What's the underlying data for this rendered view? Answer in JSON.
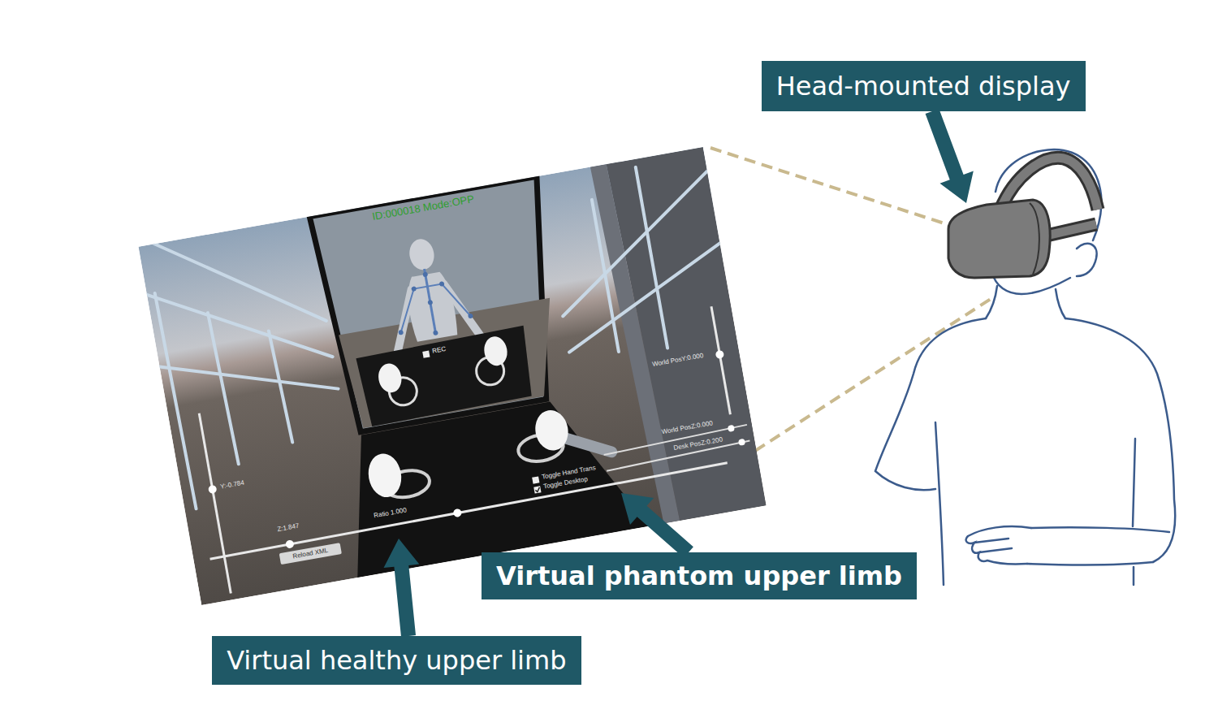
{
  "diagram": {
    "nodes": [
      {
        "text": [
          "Head-mounted display"
        ]
      },
      {
        "text": [
          "Virtual phantom upper limb"
        ]
      },
      {
        "text": [
          "Virtual healthy upper limb"
        ]
      }
    ],
    "labels": [
      "ID:000018 Mode:OPP",
      "REC",
      "World PosY:0.000",
      "World PosZ:0.000",
      "Desk PosZ:0.200",
      "Y:-0.784",
      "Z:1.847",
      "Ratio 1.000",
      "Reload XML",
      "Toggle Hand Trans",
      "Toggle Desktop"
    ]
  }
}
